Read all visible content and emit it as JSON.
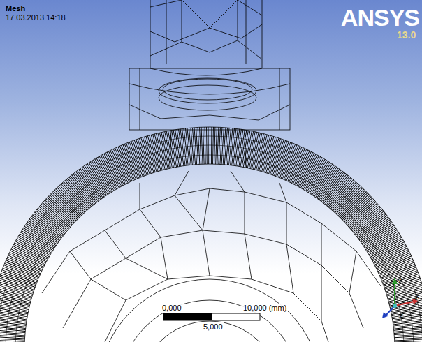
{
  "diagram": {
    "labels": [
      "Mesh",
      "17.03.2013 14:18",
      "ANSYS",
      "13.0",
      "0,000",
      "10,000 (mm)",
      "5,000",
      "Y",
      "X",
      "Z"
    ]
  }
}
